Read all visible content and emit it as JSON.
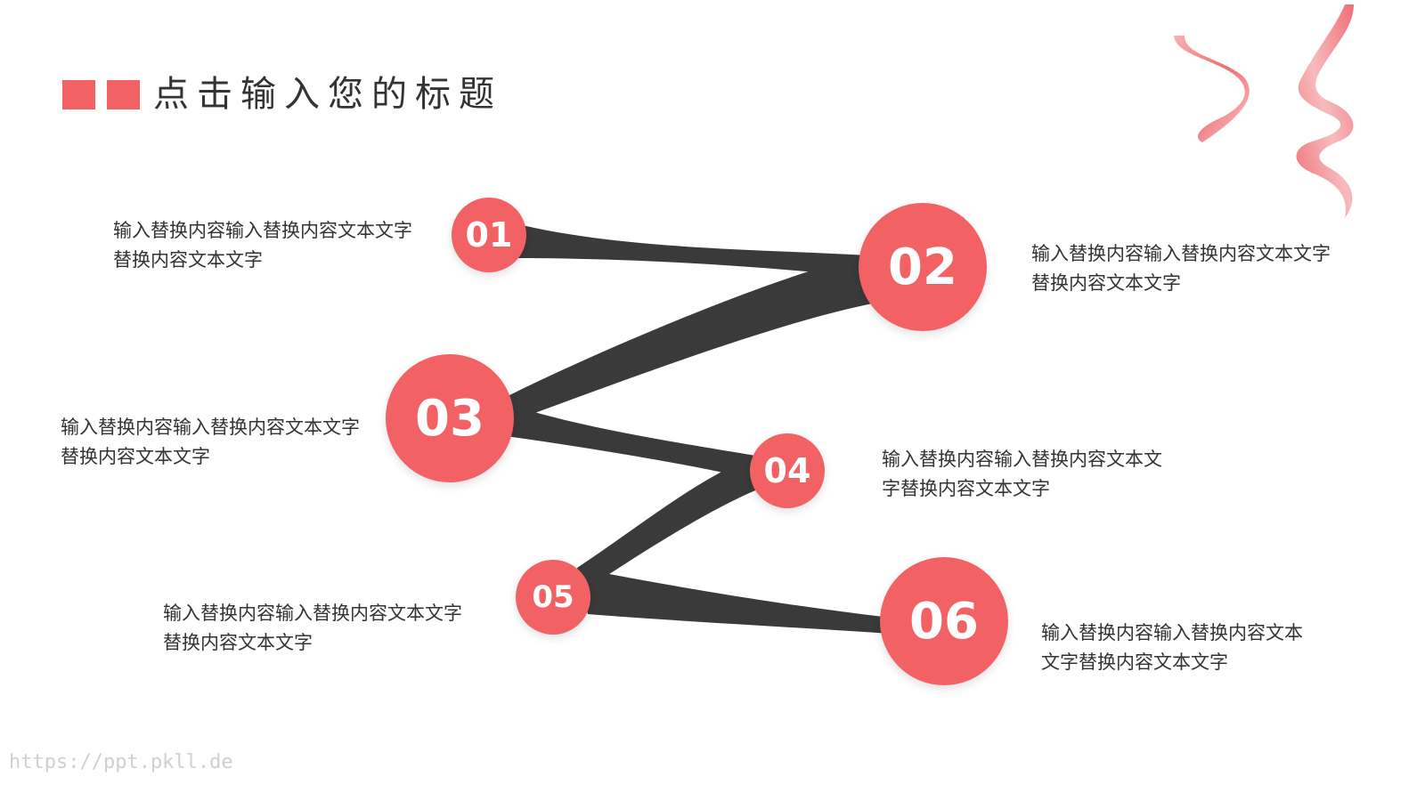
{
  "slide": {
    "title": "点击输入您的标题",
    "accent_color": "#f26164",
    "connector_color": "#3a3a3a",
    "footer_url": "https://ppt.pkll.de"
  },
  "steps": [
    {
      "number": "01",
      "line1": "输入替换内容输入替换内容文本文字",
      "line2": "替换内容文本文字"
    },
    {
      "number": "02",
      "line1": "输入替换内容输入替换内容文本文字",
      "line2": "替换内容文本文字"
    },
    {
      "number": "03",
      "line1": "输入替换内容输入替换内容文本文字",
      "line2": "替换内容文本文字"
    },
    {
      "number": "04",
      "line1": "输入替换内容输入替换内容文本文",
      "line2": "字替换内容文本文字"
    },
    {
      "number": "05",
      "line1": "输入替换内容输入替换内容文本文字",
      "line2": "替换内容文本文字"
    },
    {
      "number": "06",
      "line1": "输入替换内容输入替换内容文本",
      "line2": "文字替换内容文本文字"
    }
  ],
  "icons": {
    "decoration": "ribbon-streamer-icon"
  }
}
